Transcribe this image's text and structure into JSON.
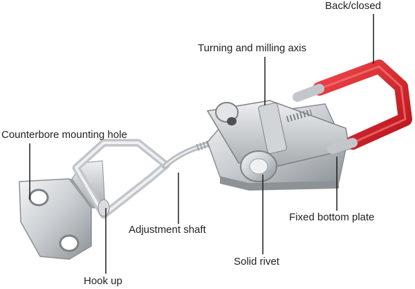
{
  "labels": {
    "back_closed": "Back/closed",
    "turning_axis": "Turning and milling axis",
    "counterbore": "Counterbore mounting hole",
    "fixed_plate": "Fixed bottom plate",
    "adjustment_shaft": "Adjustment shaft",
    "solid_rivet": "Solid rivet",
    "hook_up": "Hook up"
  },
  "colors": {
    "handle_red": "#d8232a",
    "steel_light": "#e6e8ea",
    "steel_mid": "#b9bdc1",
    "steel_dark": "#7c8186",
    "leader_line": "#1a1a1a"
  }
}
